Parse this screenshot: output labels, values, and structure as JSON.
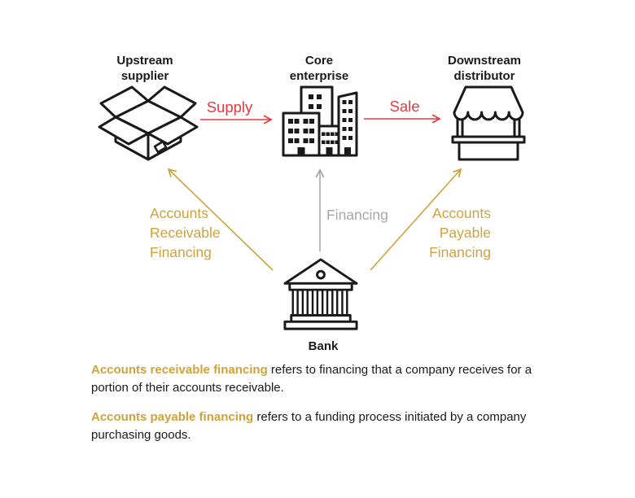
{
  "colors": {
    "accent_red": "#E03B40",
    "accent_gold": "#D0A23C",
    "accent_gray": "#A8A8A8",
    "ink": "#1A1A1A"
  },
  "nodes": {
    "supplier": {
      "label": "Upstream\nsupplier",
      "icon": "open-box-icon"
    },
    "core": {
      "label": "Core\nenterprise",
      "icon": "buildings-icon"
    },
    "distributor": {
      "label": "Downstream\ndistributor",
      "icon": "market-stall-icon"
    },
    "bank": {
      "label": "Bank",
      "icon": "bank-icon"
    }
  },
  "flows": {
    "supply": {
      "label": "Supply",
      "color": "#E03B40"
    },
    "sale": {
      "label": "Sale",
      "color": "#E03B40"
    },
    "financing": {
      "label": "Financing",
      "color": "#A8A8A8"
    },
    "accounts_receivable": {
      "label": "Accounts\nReceivable\nFinancing",
      "color": "#D0A23C"
    },
    "accounts_payable": {
      "label": "Accounts\nPayable\nFinancing",
      "color": "#D0A23C"
    }
  },
  "definitions": [
    {
      "term": "Accounts receivable financing",
      "rest": " refers to financing that a company receives for a portion of their accounts receivable."
    },
    {
      "term": "Accounts payable financing",
      "rest": " refers to a funding process initiated by a company purchasing goods."
    }
  ]
}
